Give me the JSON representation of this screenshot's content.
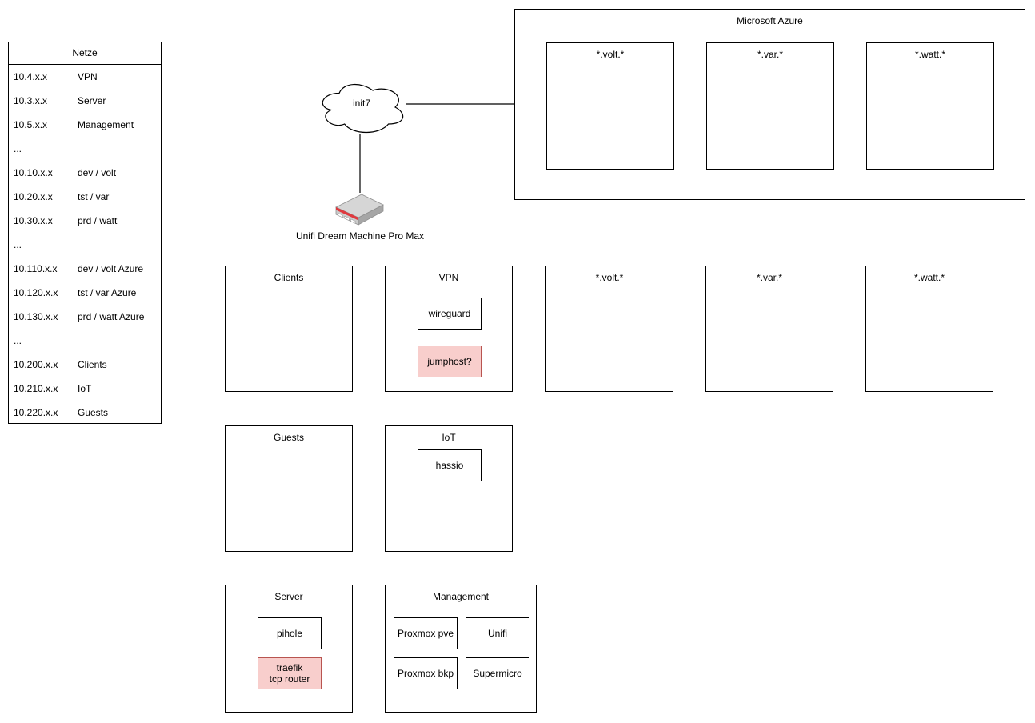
{
  "netze_table": {
    "title": "Netze",
    "rows": [
      {
        "ip": "10.4.x.x",
        "name": "VPN"
      },
      {
        "ip": "10.3.x.x",
        "name": "Server"
      },
      {
        "ip": "10.5.x.x",
        "name": "Management"
      },
      {
        "ip": "...",
        "name": ""
      },
      {
        "ip": "10.10.x.x",
        "name": "dev / volt"
      },
      {
        "ip": "10.20.x.x",
        "name": "tst / var"
      },
      {
        "ip": "10.30.x.x",
        "name": "prd / watt"
      },
      {
        "ip": "...",
        "name": ""
      },
      {
        "ip": "10.110.x.x",
        "name": "dev / volt Azure"
      },
      {
        "ip": "10.120.x.x",
        "name": "tst / var Azure"
      },
      {
        "ip": "10.130.x.x",
        "name": "prd / watt Azure"
      },
      {
        "ip": "...",
        "name": ""
      },
      {
        "ip": "10.200.x.x",
        "name": "Clients"
      },
      {
        "ip": "10.210.x.x",
        "name": "IoT"
      },
      {
        "ip": "10.220.x.x",
        "name": "Guests"
      }
    ]
  },
  "internet": {
    "label": "init7"
  },
  "router": {
    "label": "Unifi Dream Machine Pro Max"
  },
  "azure": {
    "title": "Microsoft Azure",
    "boxes": [
      {
        "label": "*.volt.*"
      },
      {
        "label": "*.var.*"
      },
      {
        "label": "*.watt.*"
      }
    ]
  },
  "zones": {
    "clients": {
      "title": "Clients"
    },
    "vpn": {
      "title": "VPN",
      "wireguard": "wireguard",
      "jumphost": "jumphost?"
    },
    "volt": {
      "title": "*.volt.*"
    },
    "var": {
      "title": "*.var.*"
    },
    "watt": {
      "title": "*.watt.*"
    },
    "guests": {
      "title": "Guests"
    },
    "iot": {
      "title": "IoT",
      "hassio": "hassio"
    },
    "server": {
      "title": "Server",
      "pihole": "pihole",
      "traefik": "traefik\ntcp router"
    },
    "management": {
      "title": "Management",
      "proxmox_pve": "Proxmox pve",
      "unifi": "Unifi",
      "proxmox_bkp": "Proxmox bkp",
      "supermicro": "Supermicro"
    }
  },
  "colors": {
    "highlight_fill": "#f8cecc",
    "highlight_border": "#b85450",
    "line": "#000000",
    "background": "#ffffff"
  }
}
